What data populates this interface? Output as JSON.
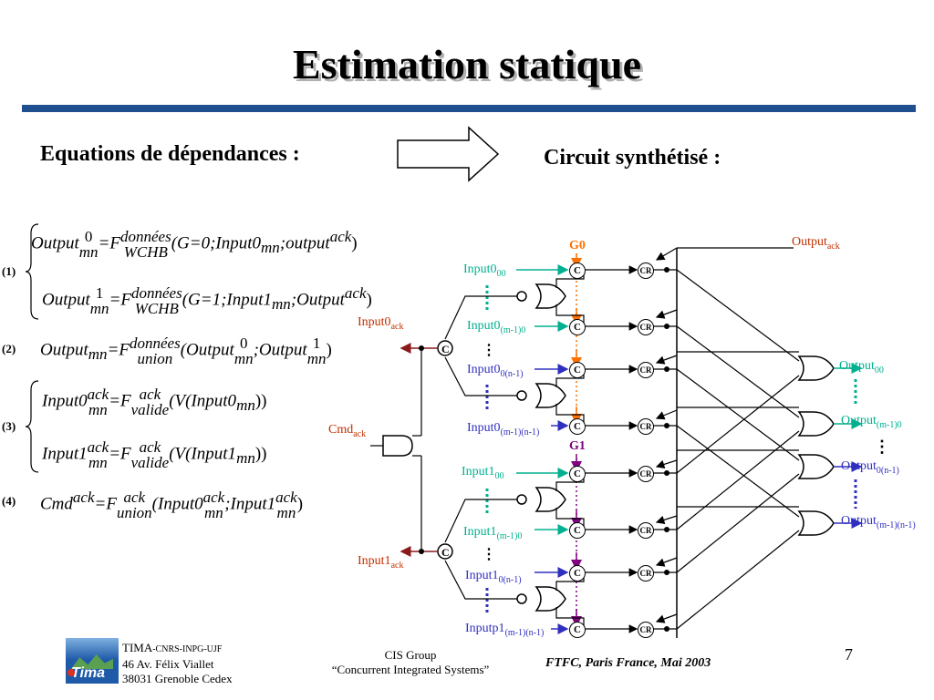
{
  "title": "Estimation statique",
  "left_heading": "Equations de dépendances :",
  "right_heading": "Circuit synthétisé :",
  "equations": {
    "eq1": {
      "number": "(1)",
      "line_a": {
        "lhs": "Output",
        "lhs_sup": "0",
        "lhs_sub": "mn",
        "func": "F",
        "func_sup": "données",
        "func_sub": "WCHB",
        "args": "(G=0;Input0",
        "args_sub": "mn",
        "args2": ";output",
        "args2_sup": "ack",
        "close": ")"
      },
      "line_b": {
        "lhs": "Output",
        "lhs_sup": "1",
        "lhs_sub": "mn",
        "func": "F",
        "func_sup": "données",
        "func_sub": "WCHB",
        "args": "(G=1;Input1",
        "args_sub": "mn",
        "args2": ";Output",
        "args2_sup": "ack",
        "close": ")"
      }
    },
    "eq2": {
      "number": "(2)",
      "lhs": "Output",
      "lhs_sub": "mn",
      "func": "F",
      "func_sup": "données",
      "func_sub": "union",
      "args": "(Output",
      "args_sup": "0",
      "args_sub": "mn",
      "args2": ";Output",
      "args2_sup": "1",
      "args2_sub": "mn",
      "close": ")"
    },
    "eq3": {
      "number": "(3)",
      "line_a": {
        "lhs": "Input0",
        "lhs_sup": "ack",
        "lhs_sub": "mn",
        "func": "F",
        "func_sup": "ack",
        "func_sub": "valide",
        "args": "(V(Input0",
        "args_sub": "mn",
        "close": "))"
      },
      "line_b": {
        "lhs": "Input1",
        "lhs_sup": "ack",
        "lhs_sub": "mn",
        "func": "F",
        "func_sup": "ack",
        "func_sub": "valide",
        "args": "(V(Input1",
        "args_sub": "mn",
        "close": "))"
      }
    },
    "eq4": {
      "number": "(4)",
      "lhs": "Cmd",
      "lhs_sup": "ack",
      "func": "F",
      "func_sup": "ack",
      "func_sub": "union",
      "args": "(Input0",
      "args_sup": "ack",
      "args_sub": "mn",
      "args2": ";Input1",
      "args2_sup": "ack",
      "args2_sub": "mn",
      "close": ")"
    }
  },
  "circuit": {
    "group0_label": "G0",
    "group1_label": "G1",
    "gate_c": "C",
    "gate_cr": "CR",
    "output_ack": {
      "base": "Output",
      "sub": "ack"
    },
    "input0_ack": {
      "base": "Input0",
      "sub": "ack"
    },
    "input1_ack": {
      "base": "Input1",
      "sub": "ack"
    },
    "cmd_ack": {
      "base": "Cmd",
      "sub": "ack"
    },
    "inputs": [
      {
        "base": "Input0",
        "sub": "00"
      },
      {
        "base": "Input0",
        "sub": "(m-1)0"
      },
      {
        "base": "Input0",
        "sub": "0(n-1)"
      },
      {
        "base": "Input0",
        "sub": "(m-1)(n-1)"
      },
      {
        "base": "Input1",
        "sub": "00"
      },
      {
        "base": "Input1",
        "sub": "(m-1)0"
      },
      {
        "base": "Input1",
        "sub": "0(n-1)"
      },
      {
        "base": "Inputp1",
        "sub": "(m-1)(n-1)"
      }
    ],
    "outputs": [
      {
        "base": "Output",
        "sub": "00"
      },
      {
        "base": "Output",
        "sub": "(m-1)0"
      },
      {
        "base": "Output",
        "sub": "0(n-1)"
      },
      {
        "base": "Output",
        "sub": "(m-1)(n-1)"
      }
    ],
    "colors": {
      "teal": "#00b090",
      "blue": "#3030c0",
      "orange": "#ff7000",
      "purple": "#800080",
      "darkred": "#8b1a1a",
      "label_red": "#c03000"
    }
  },
  "footer": {
    "org_line1": "TIMA",
    "org_line1_small": "-CNRS-INPG-UJF",
    "org_line2": "46 Av. Félix Viallet",
    "org_line3": "38031 Grenoble Cedex",
    "group_line1": "CIS Group",
    "group_line2": "“Concurrent Integrated Systems”",
    "conference": "FTFC, Paris France, Mai 2003",
    "page_number": "7",
    "logo_text": "Tima"
  }
}
